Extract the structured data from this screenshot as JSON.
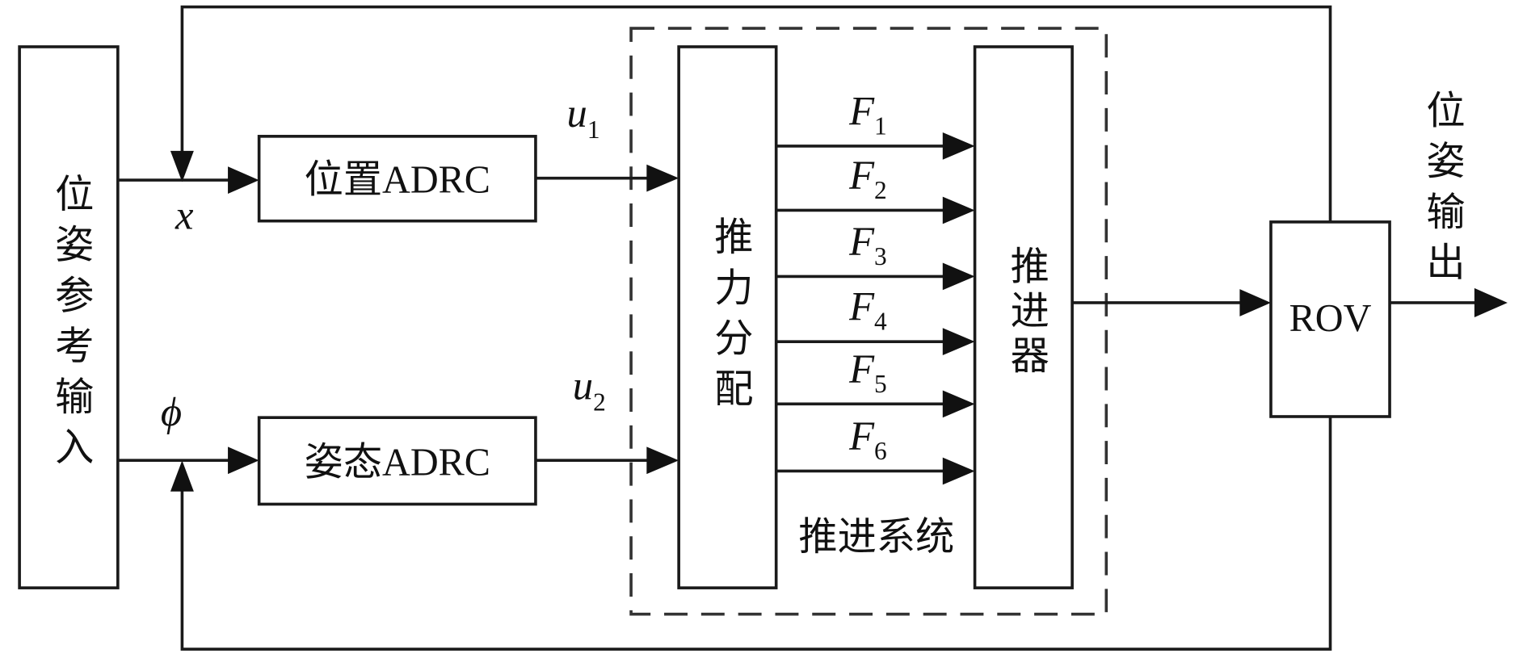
{
  "blocks": {
    "reference_input": "位姿参考输入",
    "position_adrc": "位置ADRC",
    "attitude_adrc": "姿态ADRC",
    "thrust_allocation": "推力分配",
    "thruster": "推进器",
    "rov": "ROV",
    "propulsion_system": "推进系统",
    "pose_output": "位姿输出"
  },
  "signals": {
    "x": "x",
    "phi": "ϕ",
    "u1": {
      "base": "u",
      "sub": "1"
    },
    "u2": {
      "base": "u",
      "sub": "2"
    },
    "forces": [
      {
        "base": "F",
        "sub": "1"
      },
      {
        "base": "F",
        "sub": "2"
      },
      {
        "base": "F",
        "sub": "3"
      },
      {
        "base": "F",
        "sub": "4"
      },
      {
        "base": "F",
        "sub": "5"
      },
      {
        "base": "F",
        "sub": "6"
      }
    ]
  }
}
